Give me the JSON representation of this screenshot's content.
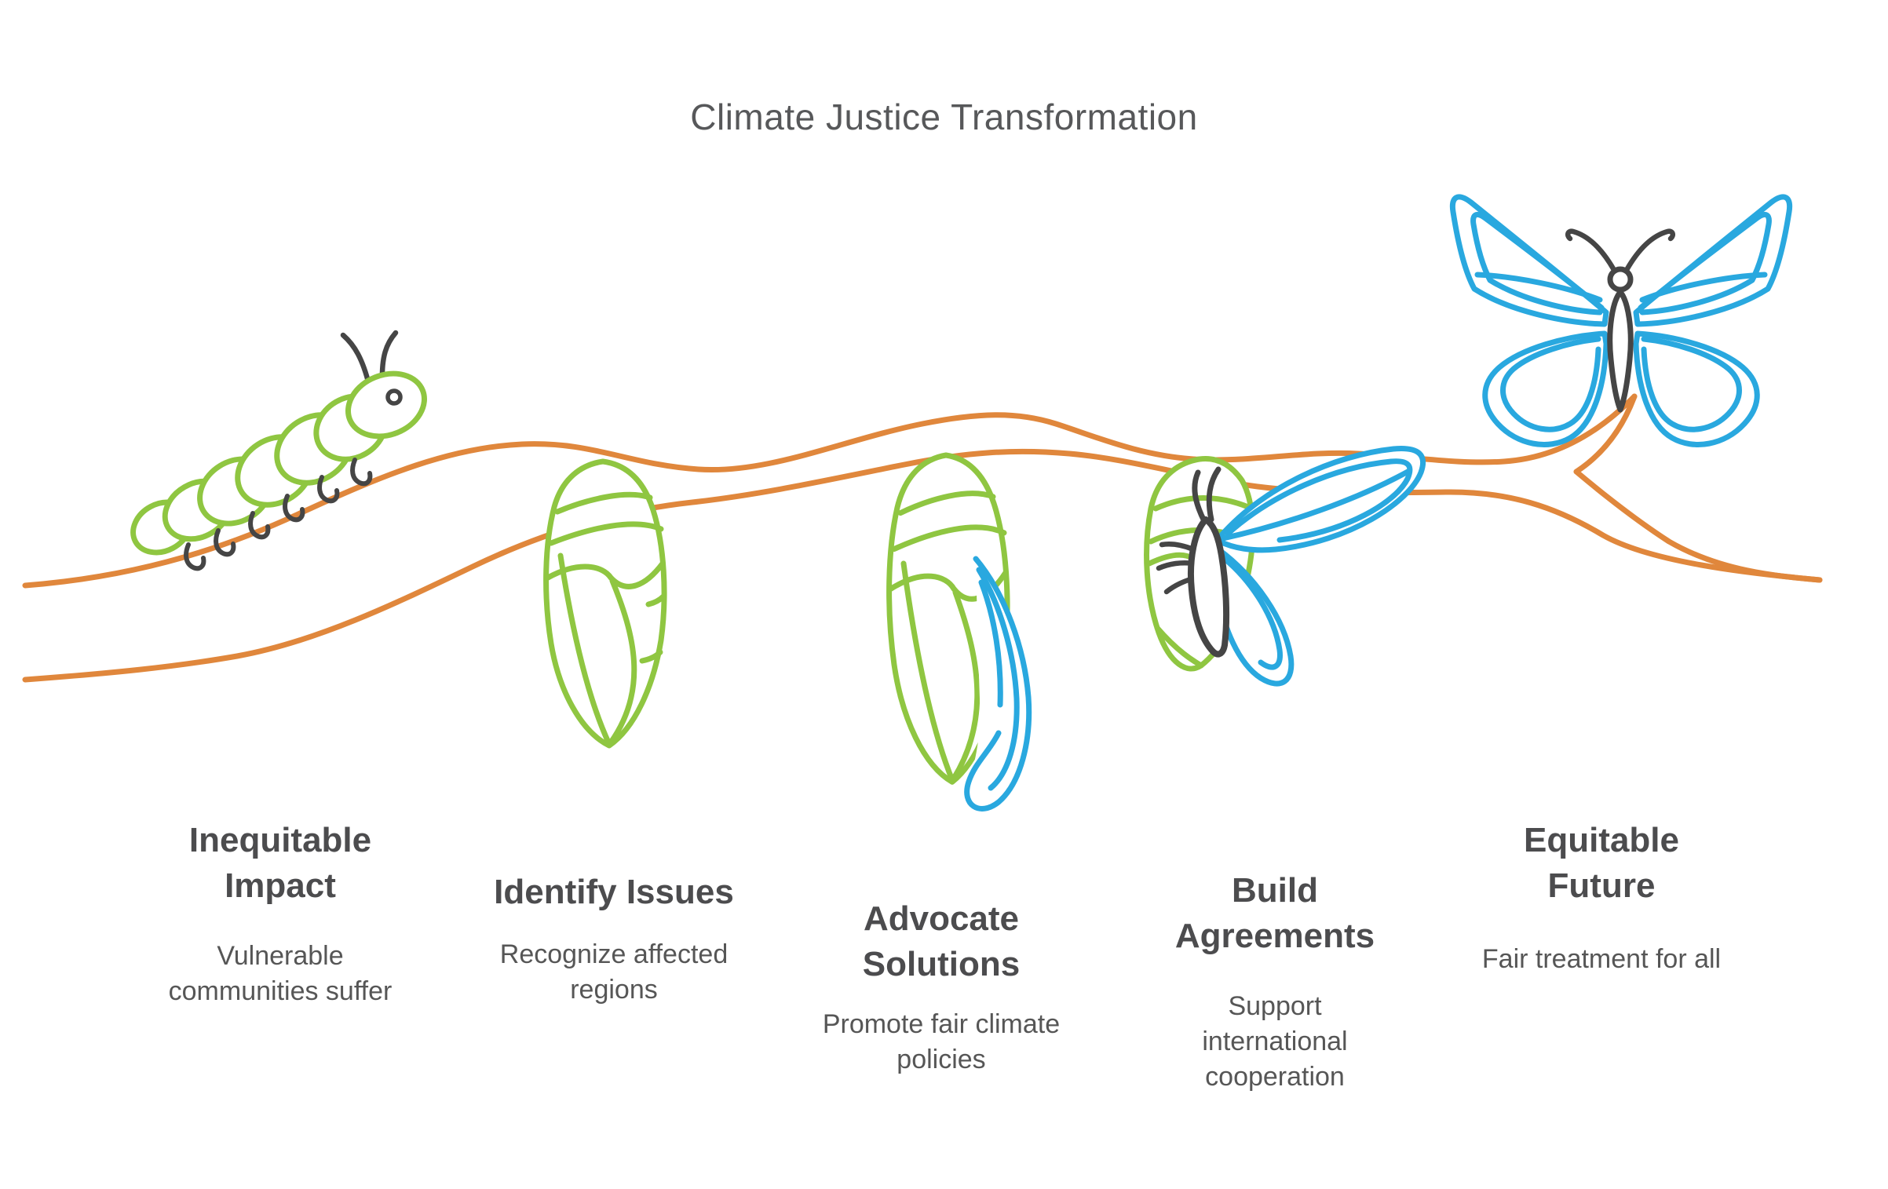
{
  "title": "Climate Justice Transformation",
  "colors": {
    "green": "#8fc641",
    "orange": "#e0873c",
    "blue": "#29a8df",
    "dark": "#454545",
    "heading_text": "#4c4c4e",
    "body_text": "#565656",
    "background": "#ffffff"
  },
  "stages": [
    {
      "icon": "caterpillar-icon",
      "title": "Inequitable\nImpact",
      "description": "Vulnerable\ncommunities suffer"
    },
    {
      "icon": "chrysalis-icon",
      "title": "Identify Issues",
      "description": "Recognize affected\nregions"
    },
    {
      "icon": "chrysalis-emerging-icon",
      "title": "Advocate\nSolutions",
      "description": "Promote fair climate\npolicies"
    },
    {
      "icon": "butterfly-emerging-icon",
      "title": "Build\nAgreements",
      "description": "Support\ninternational\ncooperation"
    },
    {
      "icon": "butterfly-icon",
      "title": "Equitable\nFuture",
      "description": "Fair treatment for all"
    }
  ]
}
